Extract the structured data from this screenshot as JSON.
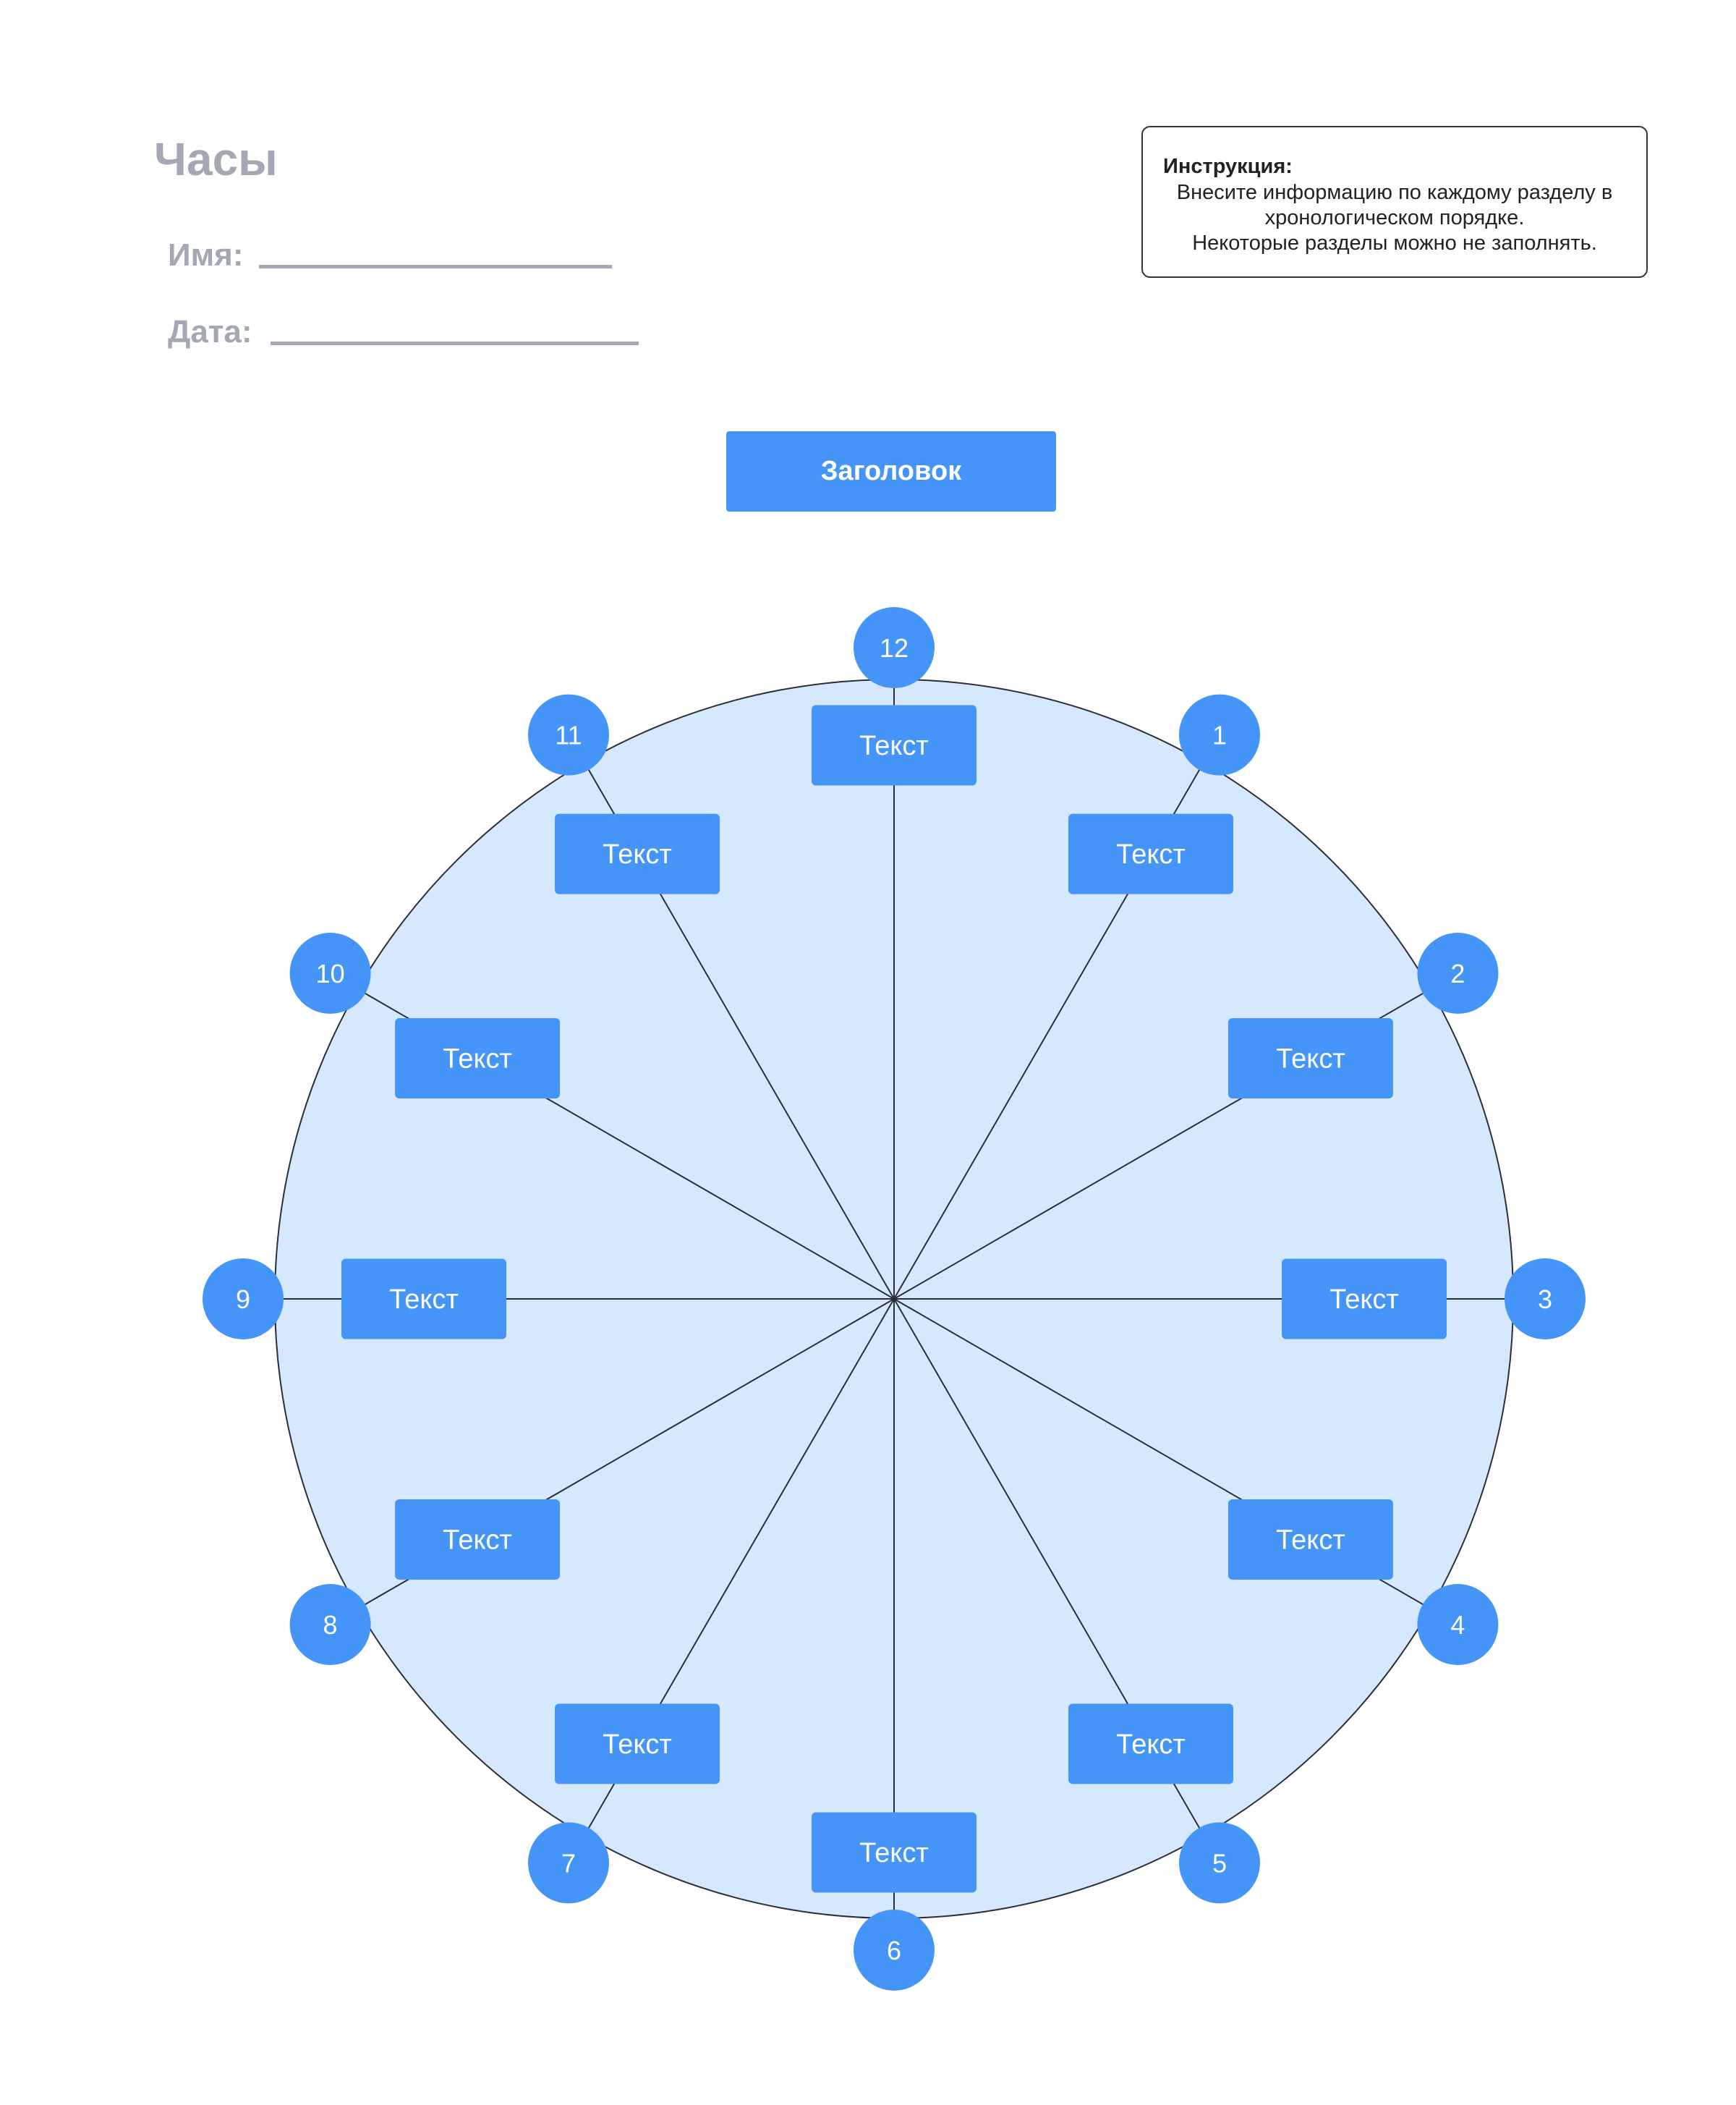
{
  "header": {
    "title": "Часы",
    "name_label": "Имя:",
    "date_label": "Дата:"
  },
  "instruction": {
    "heading": "Инструкция:",
    "lines": [
      "Внесите информацию по каждому разделу в",
      "хронологическом порядке.",
      "Некоторые разделы можно не заполнять."
    ]
  },
  "heading_box": {
    "label": "Заголовок"
  },
  "clock": {
    "hours": [
      "12",
      "1",
      "2",
      "3",
      "4",
      "5",
      "6",
      "7",
      "8",
      "9",
      "10",
      "11"
    ],
    "section_labels": [
      "Текст",
      "Текст",
      "Текст",
      "Текст",
      "Текст",
      "Текст",
      "Текст",
      "Текст",
      "Текст",
      "Текст",
      "Текст",
      "Текст"
    ]
  },
  "colors": {
    "accent": "#4495f7",
    "face_fill": "#d6e8fd",
    "stroke": "#2b2f38",
    "muted_text": "#a3a8b4"
  }
}
